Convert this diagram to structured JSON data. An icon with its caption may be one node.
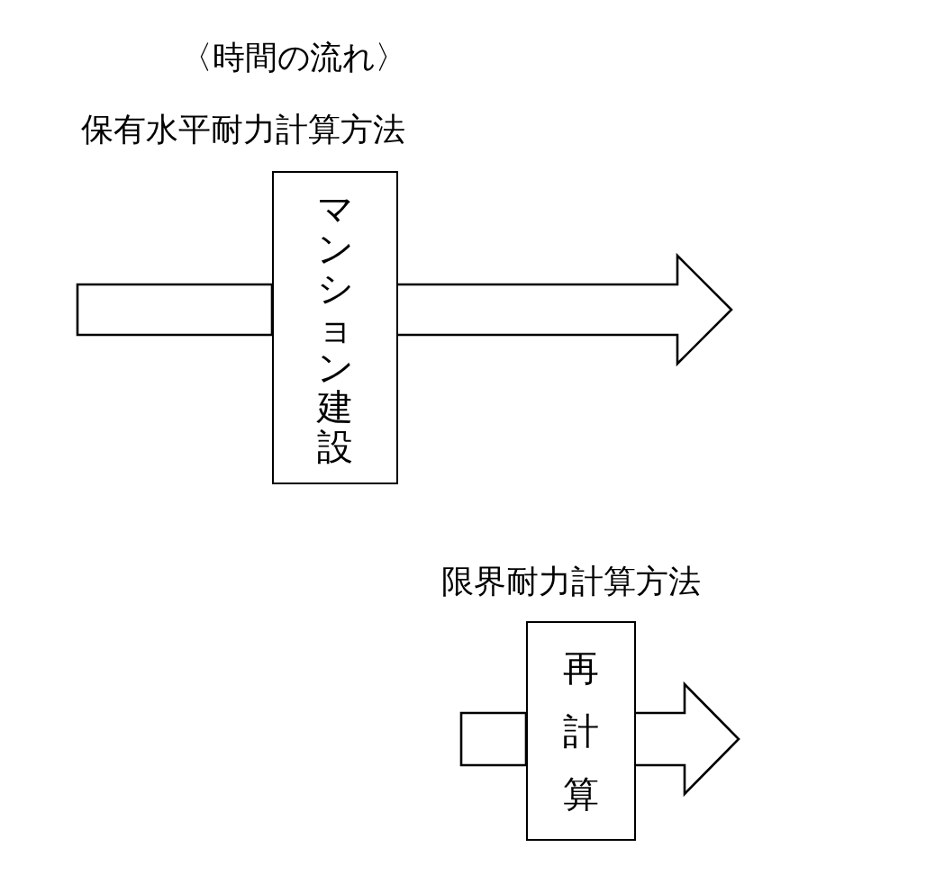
{
  "diagram": {
    "title": "〈時間の流れ〉",
    "nodes": [
      {
        "text": [
          "マンション建設"
        ]
      },
      {
        "text": [
          "再計算"
        ]
      }
    ],
    "edges": [
      {
        "from": null,
        "to": 0,
        "arrow": "none"
      },
      {
        "from": 0,
        "to": null,
        "arrow": "to"
      },
      {
        "from": null,
        "to": 1,
        "arrow": "none"
      },
      {
        "from": 1,
        "to": null,
        "arrow": "to"
      }
    ],
    "labels": [
      "保有水平耐力計算方法",
      "限界耐力計算方法"
    ]
  }
}
